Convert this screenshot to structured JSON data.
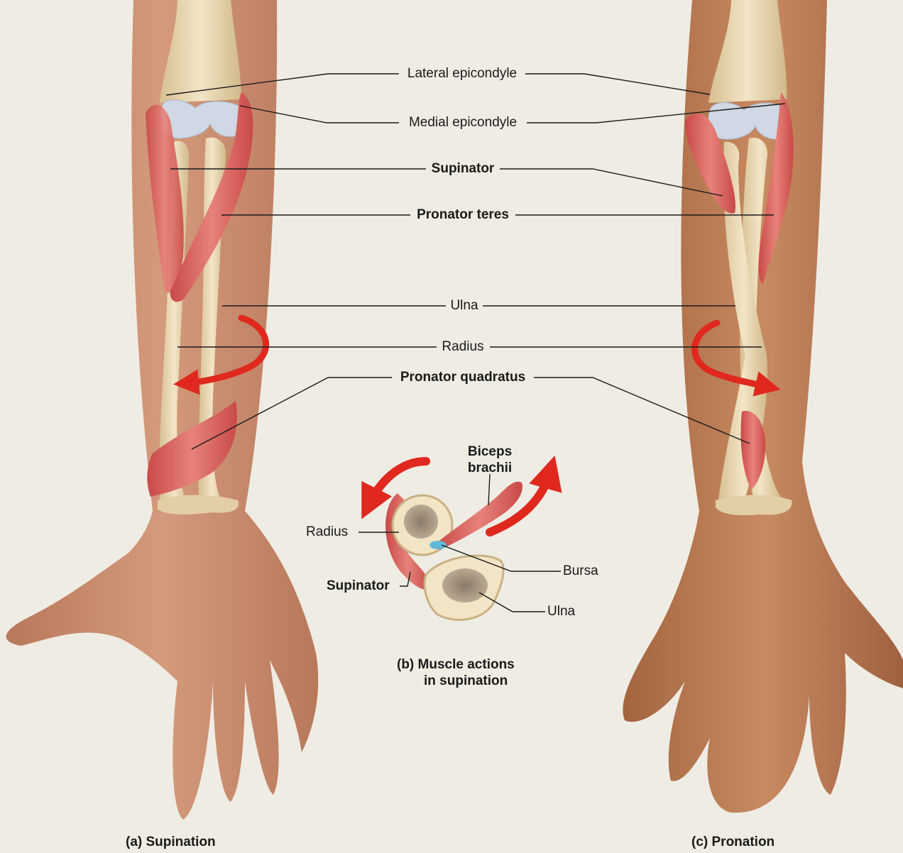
{
  "labels": {
    "lateral_epicondyle": "Lateral epicondyle",
    "medial_epicondyle": "Medial epicondyle",
    "supinator": "Supinator",
    "pronator_teres": "Pronator teres",
    "ulna": "Ulna",
    "radius": "Radius",
    "pronator_quadratus": "Pronator quadratus"
  },
  "inset": {
    "biceps_brachii_line1": "Biceps",
    "biceps_brachii_line2": "brachii",
    "radius": "Radius",
    "supinator": "Supinator",
    "bursa": "Bursa",
    "ulna": "Ulna"
  },
  "captions": {
    "a": "(a)  Supination",
    "b_line1": "(b)  Muscle actions",
    "b_line2": "in supination",
    "c": "(c)  Pronation"
  },
  "colors": {
    "background": "#efece4",
    "skin": "#c98d6e",
    "muscle": "#d9605c",
    "bone": "#e8d7b0",
    "cartilage": "#cfd8e4",
    "arrow": "#e0281e"
  }
}
